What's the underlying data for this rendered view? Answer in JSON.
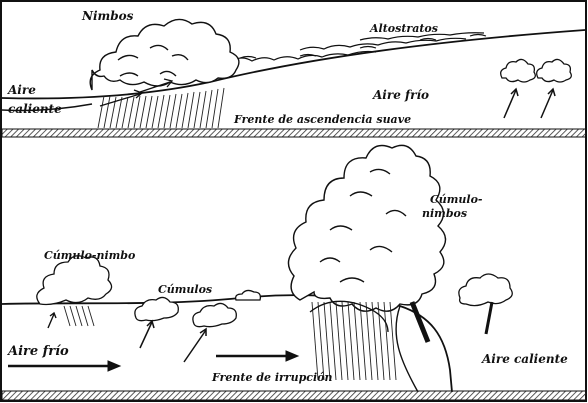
{
  "top_panel": {
    "labels": {
      "nimbos": "Nimbos",
      "altostratos": "Altostratos",
      "aire_caliente_1": "Aire",
      "aire_caliente_2": "caliente",
      "aire_frio": "Aire frío",
      "front": "Frente de ascendencia suave"
    }
  },
  "bottom_panel": {
    "labels": {
      "cumulo_nimbos_1": "Cúmulo-",
      "cumulo_nimbos_2": "nimbos",
      "cumulo_nimbo": "Cúmulo-nimbo",
      "cumulos": "Cúmulos",
      "aire_frio": "Aire frío",
      "aire_caliente": "Aire caliente",
      "front": "Frente de irrupción"
    }
  },
  "colors": {
    "ink": "#111111",
    "paper": "#ffffff",
    "hatch": "#555555"
  }
}
